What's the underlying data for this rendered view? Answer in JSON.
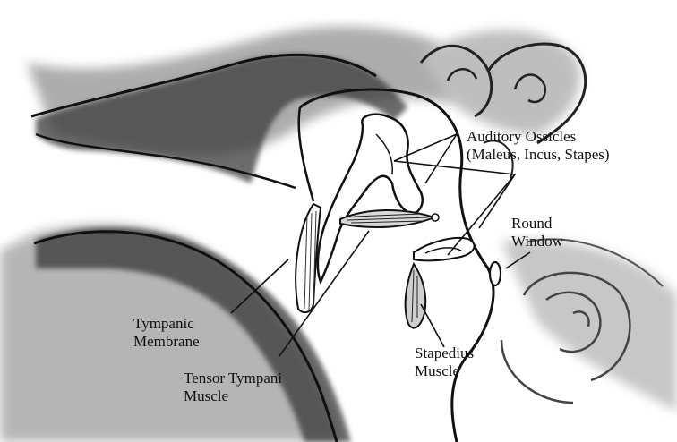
{
  "labels": {
    "ossicles": {
      "line1": "Auditory Ossicles",
      "line2": "(Maleus, Incus, Stapes)"
    },
    "round_window": {
      "line1": "Round",
      "line2": "Window"
    },
    "tympanic_membrane": {
      "line1": "Tympanic",
      "line2": "Membrane"
    },
    "tensor_tympani": {
      "line1": "Tensor Tympani",
      "line2": "Muscle"
    },
    "stapedius": {
      "line1": "Stapedius",
      "line2": "Muscle"
    }
  },
  "colors": {
    "paper": "#ffffff",
    "ink": "#111111",
    "shading": "#555555"
  }
}
